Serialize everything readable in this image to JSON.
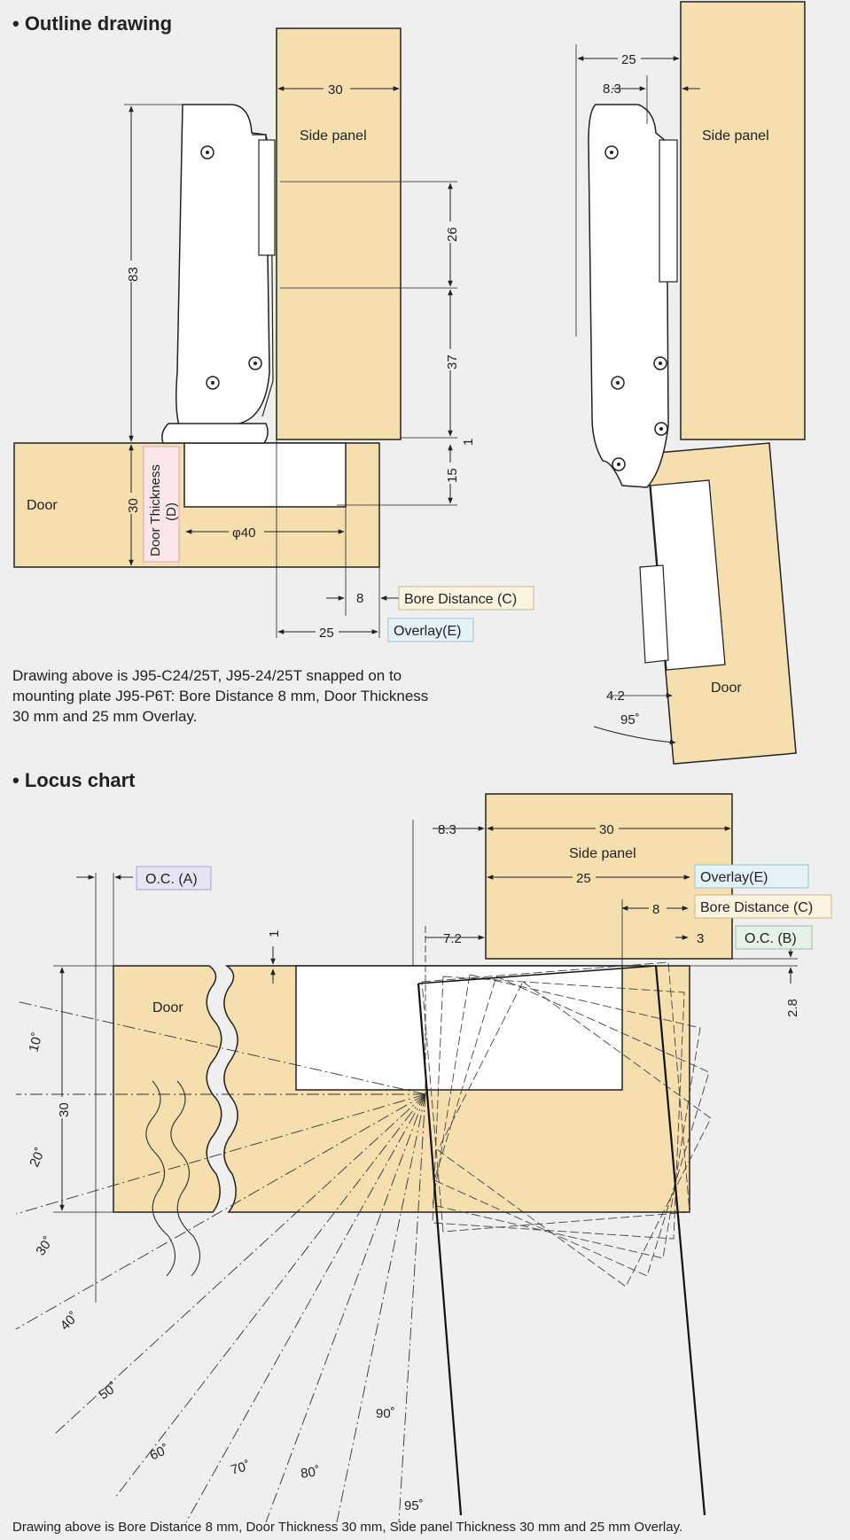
{
  "headings": {
    "outline": "• Outline drawing",
    "locus": "• Locus chart"
  },
  "outline_left": {
    "side_panel": "Side panel",
    "door": "Door",
    "door_thickness": "Door Thickness",
    "door_thickness_sym": "(D)",
    "dim_30_top": "30",
    "dim_83": "83",
    "dim_26": "26",
    "dim_37": "37",
    "dim_1": "1",
    "dim_15": "15",
    "dim_30_door": "30",
    "dim_phi40": "φ40",
    "dim_8": "8",
    "dim_25": "25",
    "bore_distance": "Bore Distance (C)",
    "overlay": "Overlay(E)"
  },
  "outline_caption": [
    "Drawing above is J95-C24/25T, J95-24/25T snapped on to",
    "mounting plate J95-P6T: Bore Distance 8 mm, Door Thickness",
    "30 mm and 25 mm Overlay."
  ],
  "outline_right": {
    "side_panel": "Side panel",
    "door": "Door",
    "dim_25": "25",
    "dim_8_3": "8.3",
    "dim_4_2": "4.2",
    "angle_95": "95˚"
  },
  "locus": {
    "side_panel": "Side panel",
    "door": "Door",
    "dim_8_3": "8.3",
    "dim_30_side": "30",
    "dim_25": "25",
    "dim_8": "8",
    "dim_7_2": "7.2",
    "dim_3": "3",
    "dim_1": "1",
    "dim_2_8": "2.8",
    "dim_30_door": "30",
    "oc_a": "O.C. (A)",
    "overlay": "Overlay(E)",
    "bore_distance": "Bore Distance (C)",
    "oc_b": "O.C. (B)",
    "angles": [
      "10˚",
      "20˚",
      "30˚",
      "40˚",
      "50˚",
      "60˚",
      "70˚",
      "80˚",
      "90˚",
      "95˚"
    ]
  },
  "locus_caption": "Drawing above is Bore Distance 8 mm, Door Thickness 30 mm, Side panel Thickness 30 mm and 25 mm Overlay.",
  "colors": {
    "wood": "#f5dfaf",
    "background": "#efefef",
    "line": "#222222",
    "box_bore": "#fbf3df",
    "box_overlay": "#e4f2f6",
    "box_oc_a": "#e6e3f2",
    "box_oc_b": "#e6f1e8",
    "box_door_thickness": "#fbe6e9"
  }
}
